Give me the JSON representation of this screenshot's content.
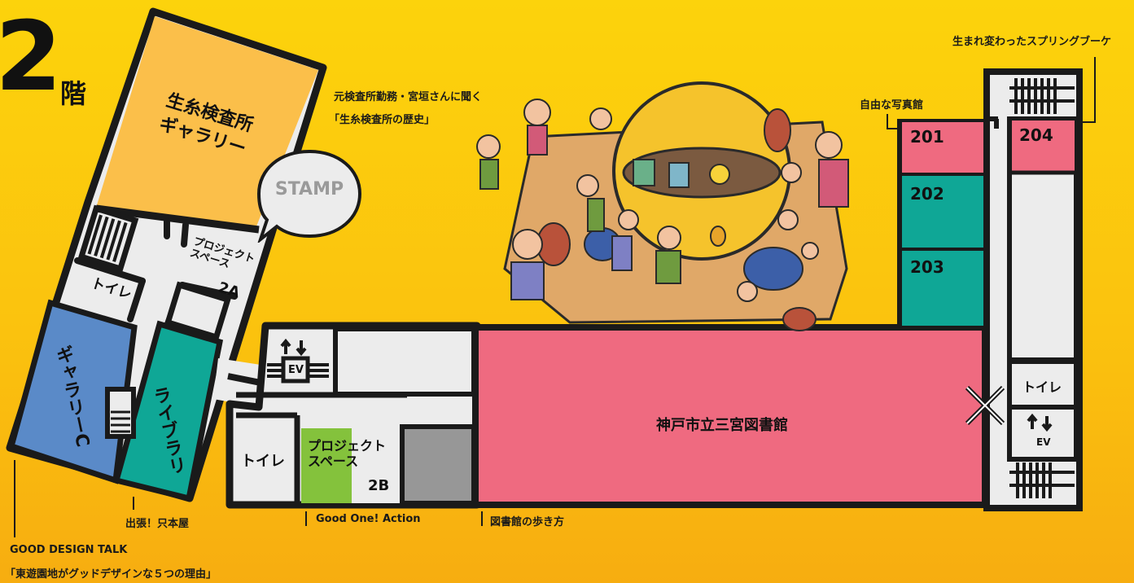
{
  "floor": {
    "number": "2",
    "label": "階"
  },
  "stamp_label": "STAMP",
  "rooms": {
    "gallery_main": "生糸検査所\nギャラリー",
    "project_space_2a": {
      "title": "プロジェクト\nスペース",
      "code": "2A"
    },
    "toilet_left": "トイレ",
    "gallery_c": "ギャラリーC",
    "library": "ライブラリ",
    "ev_left": "EV",
    "toilet_mid": "トイレ",
    "project_space_2b": {
      "title": "プロジェクト\nスペース",
      "code": "2B"
    },
    "library_main": "神戸市立三宮図書館",
    "room_201": "201",
    "room_202": "202",
    "room_203": "203",
    "room_204": "204",
    "toilet_right": "トイレ",
    "ev_right": "EV"
  },
  "captions": {
    "history_talk_1": "元検査所勤務・宮垣さんに聞く",
    "history_talk_2": "「生糸検査所の歴史」",
    "photo_studio": "自由な写真館",
    "spring_bouquet": "生まれ変わったスプリングブーケ",
    "bookstore": "出張！只本屋",
    "good_one": "Good One! Action",
    "library_walk": "図書館の歩き方",
    "design_talk_1": "GOOD DESIGN TALK",
    "design_talk_2": "「東遊園地がグッドデザインな５つの理由」"
  },
  "colors": {
    "background": "#fcc90d",
    "floor": "#ebebeb",
    "wall": "#1a1a1a",
    "gallery_orange": "#fbbf4a",
    "pink": "#ef6a80",
    "teal": "#0fa796",
    "blue": "#5a8ac8",
    "green": "#84c23c",
    "gray": "#9a9a9a"
  }
}
